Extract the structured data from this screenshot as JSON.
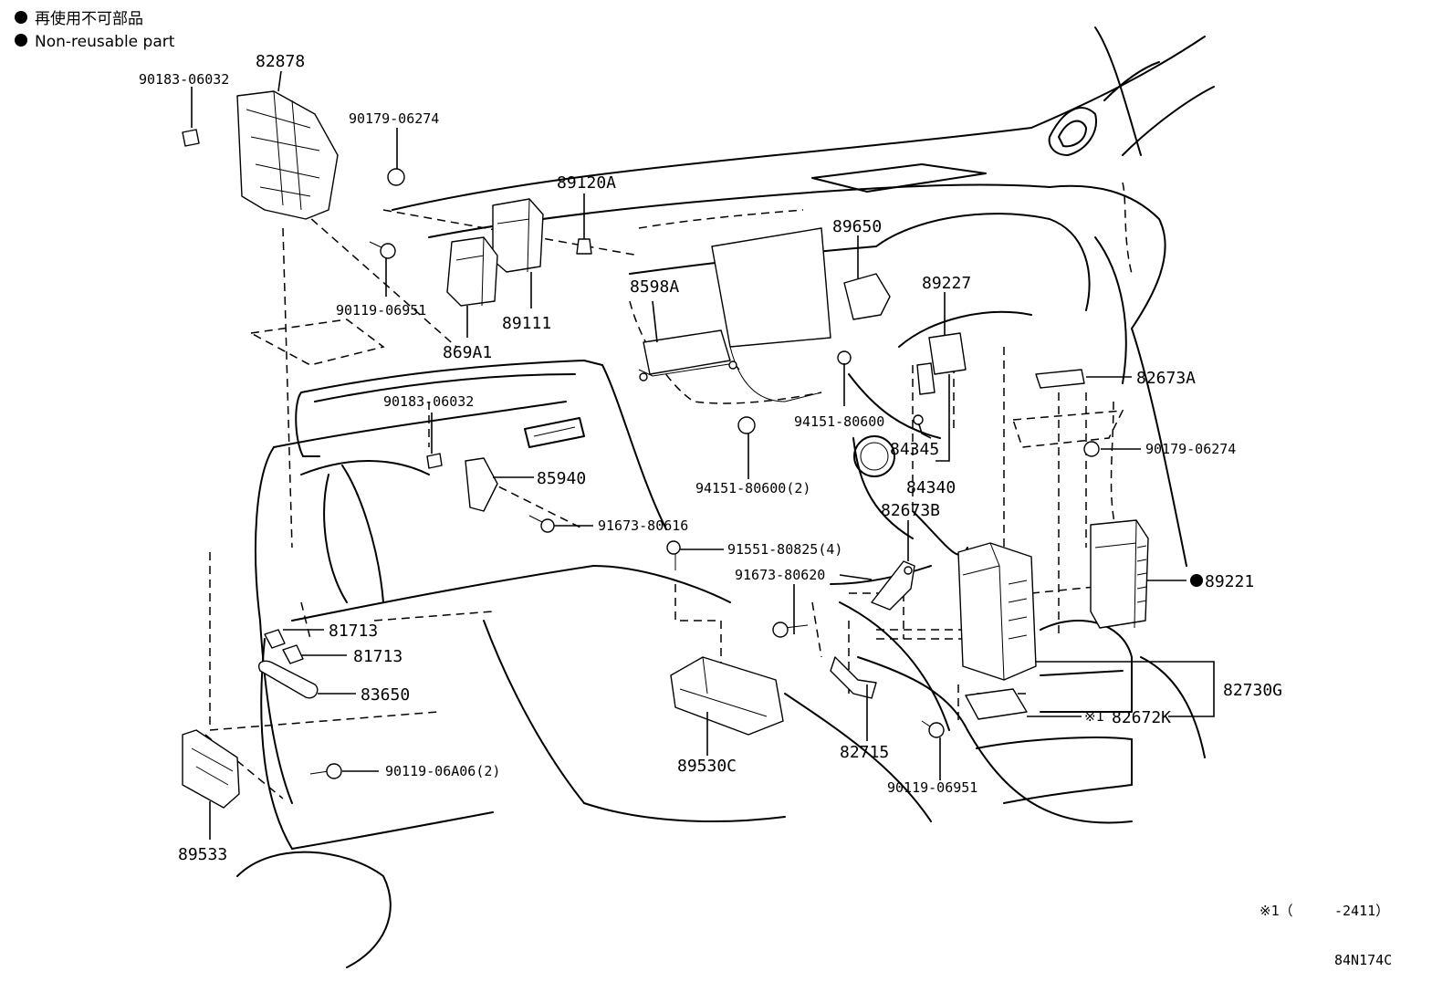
{
  "legend": {
    "line_jp": "再使用不可部品",
    "line_en": "Non-reusable part"
  },
  "parts": {
    "p82878": "82878",
    "p90183_a": "90183-06032",
    "p90179_a": "90179-06274",
    "p90119_a": "90119-06951",
    "p89120A": "89120A",
    "p89111": "89111",
    "p869A1": "869A1",
    "p8598A": "8598A",
    "p89650": "89650",
    "p89227": "89227",
    "p82673A": "82673A",
    "p90179_b": "90179-06274",
    "p90183_b": "90183-06032",
    "p94151_a": "94151-80600",
    "p84345": "84345",
    "p94151_b": "94151-80600(2)",
    "p84340": "84340",
    "p82673B": "82673B",
    "p85940": "85940",
    "p91673_a": "91673-80616",
    "p91551": "91551-80825(4)",
    "p91673_b": "91673-80620",
    "p89221": "89221",
    "p81713_a": "81713",
    "p81713_b": "81713",
    "p83650": "83650",
    "p82730G": "82730G",
    "p82672K": "82672K",
    "p82672K_mark": "※1",
    "p90119_b": "90119-06A06(2)",
    "p89530C": "89530C",
    "p82715": "82715",
    "p90119_c": "90119-06951",
    "p89533": "89533"
  },
  "footnote": {
    "mark": "※1（",
    "range": "-2411）"
  },
  "figure_id": "84N174C"
}
